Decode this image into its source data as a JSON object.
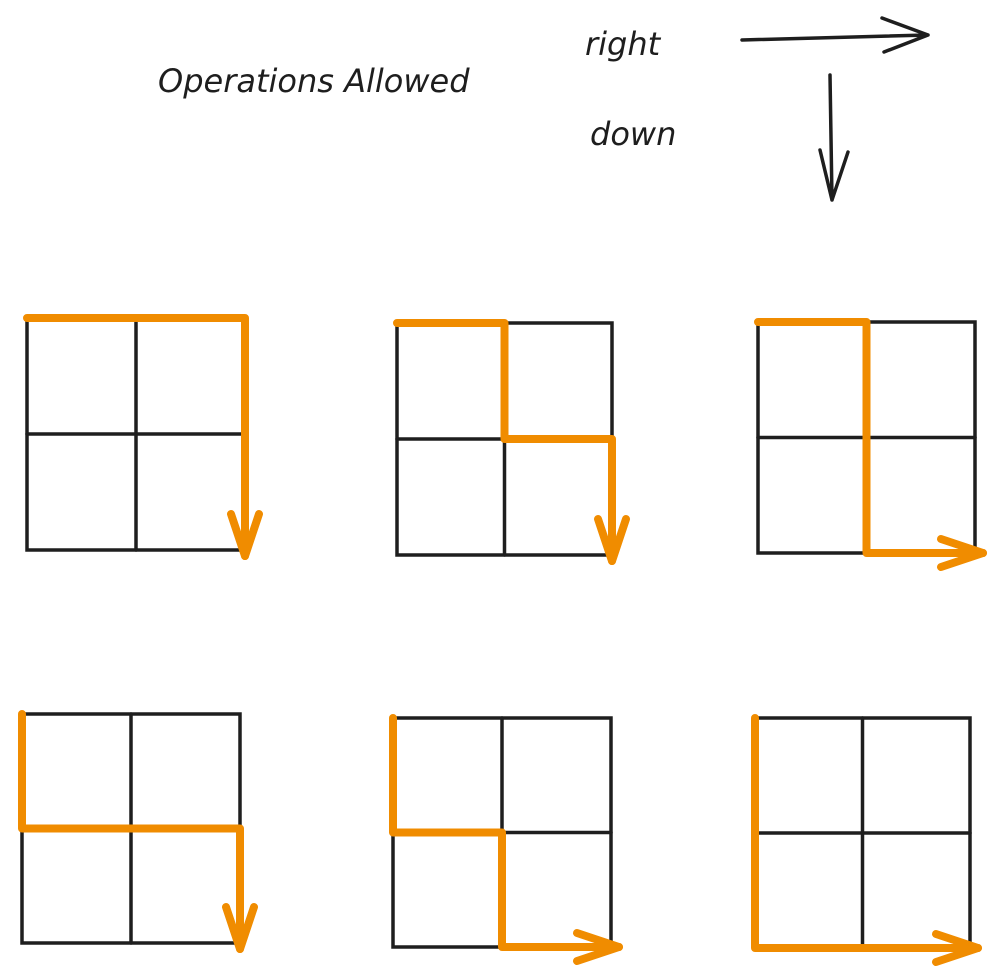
{
  "title": "Operations Allowed",
  "operations": [
    {
      "label": "right",
      "direction": "R"
    },
    {
      "label": "down",
      "direction": "D"
    }
  ],
  "grid": {
    "rows": 2,
    "cols": 2
  },
  "paths": [
    {
      "moves": [
        "R",
        "R",
        "D",
        "D"
      ]
    },
    {
      "moves": [
        "R",
        "D",
        "R",
        "D"
      ]
    },
    {
      "moves": [
        "R",
        "D",
        "D",
        "R"
      ]
    },
    {
      "moves": [
        "D",
        "R",
        "R",
        "D"
      ]
    },
    {
      "moves": [
        "D",
        "R",
        "D",
        "R"
      ]
    },
    {
      "moves": [
        "D",
        "D",
        "R",
        "R"
      ]
    }
  ],
  "colors": {
    "path": "#f08c00",
    "ink": "#1e1e1e"
  }
}
